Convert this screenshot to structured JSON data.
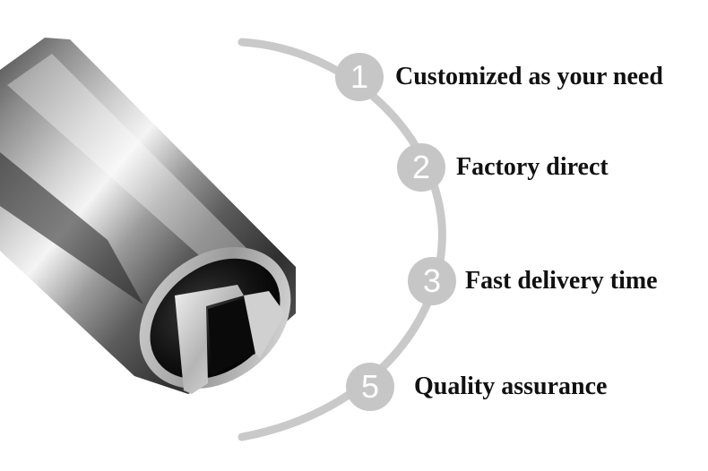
{
  "features": [
    {
      "number": "1",
      "label": "Customized as your need"
    },
    {
      "number": "2",
      "label": "Factory direct"
    },
    {
      "number": "3",
      "label": "Fast delivery time"
    },
    {
      "number": "5",
      "label": "Quality assurance"
    }
  ],
  "colors": {
    "badge": "#c6c6c6",
    "arc": "#c9c9c9",
    "text": "#111111"
  },
  "image": {
    "subject": "slotted-stainless-steel-tube"
  }
}
